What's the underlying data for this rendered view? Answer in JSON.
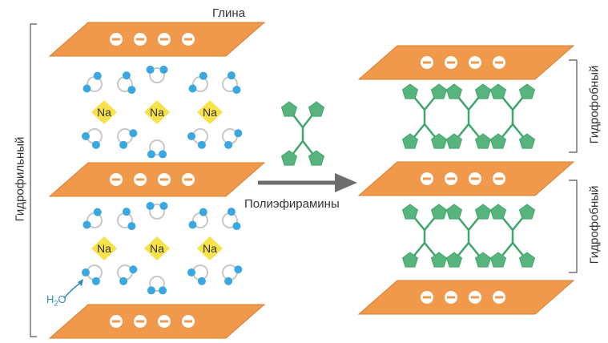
{
  "labels": {
    "clay": "Глина",
    "hydrophilic": "Гидрофильный",
    "hydrophobic_top": "Гидрофобный",
    "hydrophobic_bottom": "Гидрофобный",
    "polyetheramines": "Полиэфирамины",
    "water": "H",
    "water_sub": "2",
    "water_o": "O",
    "sodium": "Na"
  },
  "colors": {
    "clay": "#f0994a",
    "clay_edge": "#d97f30",
    "minus_bg": "#ffffff",
    "sodium": "#f7e24a",
    "water_h": "#3aa8e0",
    "water_o": "#c8c8c8",
    "polymer": "#3fa56a",
    "polymer_fill": "#57b47c",
    "arrow": "#6d6d6d",
    "bracket": "#555555",
    "water_label": "#2a8bb8"
  }
}
